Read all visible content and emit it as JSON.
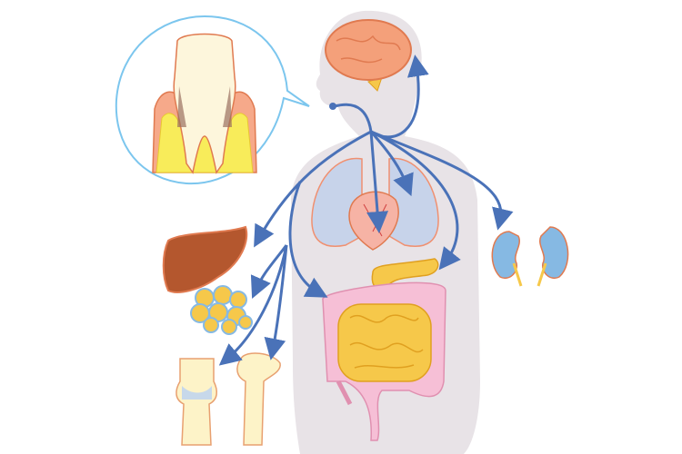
{
  "illustration": {
    "subject": "periodontal-disease-systemic-effects",
    "organs": [
      "tooth-gum-callout",
      "brain",
      "lungs",
      "heart",
      "liver",
      "fat-cells",
      "pancreas",
      "kidneys",
      "intestines",
      "knee-joint",
      "femur"
    ],
    "colors": {
      "body": "#e8e3e7",
      "arrow": "#4a72b8",
      "brain": "#f4a07a",
      "liver": "#b4572e",
      "lungs": "#c7d3ea",
      "heart": "#f6b3a5",
      "intestine_small": "#f6c84a",
      "intestine_large": "#f6bfd6",
      "kidney": "#86b9e3",
      "bone": "#fdf3c8",
      "callout_border": "#7cc6ee"
    }
  }
}
